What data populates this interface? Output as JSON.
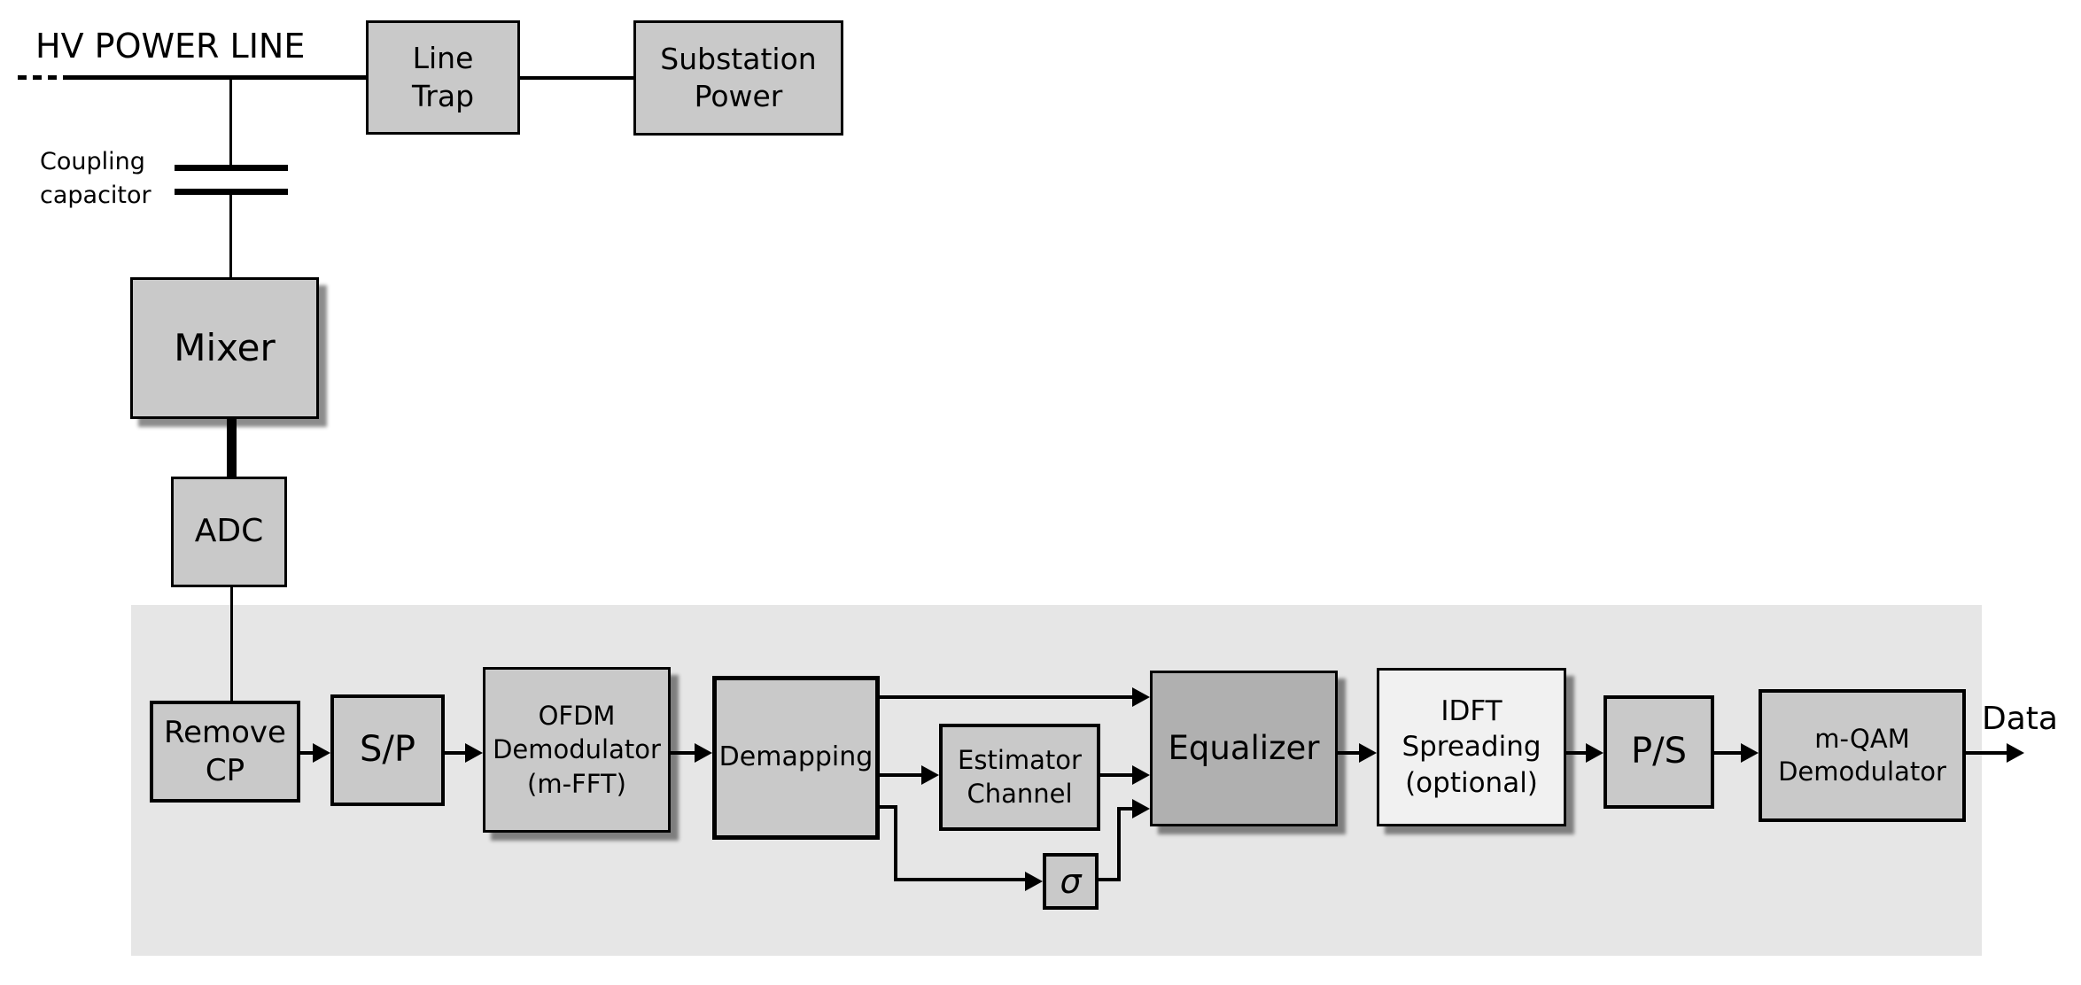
{
  "diagram": {
    "labels": {
      "hv_power_line": "HV POWER LINE",
      "coupling_capacitor": "Coupling\ncapacitor",
      "data_out": "Data"
    },
    "blocks": {
      "line_trap": "Line\nTrap",
      "substation_power": "Substation\nPower",
      "mixer": "Mixer",
      "adc": "ADC",
      "remove_cp": "Remove\nCP",
      "s_p": "S/P",
      "ofdm_demodulator": "OFDM\nDemodulator\n(m-FFT)",
      "demapping": "Demapping",
      "estimator_channel": "Estimator\nChannel",
      "sigma": "σ",
      "equalizer": "Equalizer",
      "idft_spreading": "IDFT\nSpreading\n(optional)",
      "p_s": "P/S",
      "mqam_demodulator": "m-QAM\nDemodulator"
    },
    "colors": {
      "block_fill": "#c9c9c9",
      "equalizer_fill": "#b0b0b0",
      "idft_fill": "#f1f1f1",
      "receiver_background": "#e6e6e6",
      "line": "#000000"
    }
  }
}
